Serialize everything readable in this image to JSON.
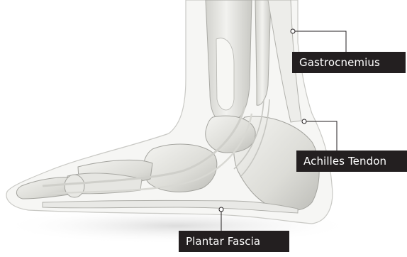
{
  "diagram": {
    "labels": {
      "gastrocnemius": "Gastrocnemius",
      "achilles_tendon": "Achilles Tendon",
      "plantar_fascia": "Plantar Fascia"
    },
    "colors": {
      "label_background": "#231f20",
      "label_text": "#ffffff",
      "bone_fill": "#e3e3df",
      "bone_shadow": "#b8b8b3",
      "leader_line": "#231f20"
    }
  }
}
